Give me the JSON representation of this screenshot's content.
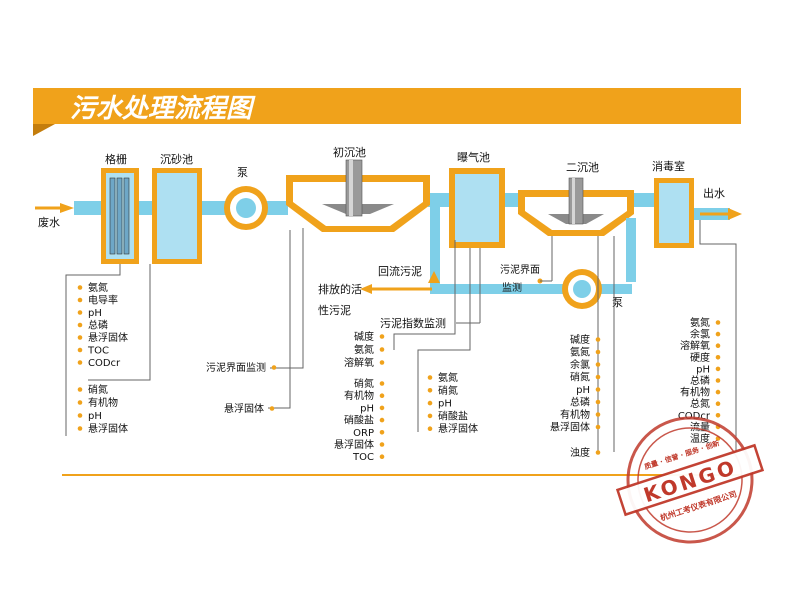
{
  "title": "污水处理流程图",
  "colors": {
    "accent": "#f0a21b",
    "pipe": "#7ecfe8",
    "tank": "#aee0f2",
    "line": "#666666",
    "dot": "#f0a21b",
    "stamp": "#c0392b"
  },
  "stages": {
    "grille": "格栅",
    "grit": "沉砂池",
    "pump1": "泵",
    "primary": "初沉池",
    "aeration": "曝气池",
    "secondary": "二沉池",
    "disinfect": "消毒室",
    "pump2": "泵"
  },
  "flow": {
    "inlet": "废水",
    "outlet": "出水",
    "return": "回流污泥",
    "discharge1": "排放的活",
    "discharge2": "性污泥",
    "sludge_interface1": "污泥界面",
    "sludge_interface2": "监测",
    "sludge_index": "污泥指数监测"
  },
  "groups": {
    "inlet": [
      "氨氮",
      "电导率",
      "pH",
      "总磷",
      "悬浮固体",
      "TOC",
      "CODcr"
    ],
    "inlet2": [
      "硝氮",
      "有机物",
      "pH",
      "悬浮固体"
    ],
    "primary_interface": [
      "污泥界面监测"
    ],
    "primary_ss": [
      "悬浮固体"
    ],
    "aeration_a": [
      "碱度",
      "氨氮",
      "溶解氧"
    ],
    "aeration_b": [
      "硝氮",
      "有机物",
      "pH",
      "硝酸盐",
      "ORP",
      "悬浮固体",
      "TOC"
    ],
    "aeration_c": [
      "氨氮",
      "硝氮",
      "pH",
      "硝酸盐",
      "悬浮固体"
    ],
    "secondary": [
      "碱度",
      "氨氮",
      "余氯",
      "硝氮",
      "pH",
      "总磷",
      "有机物",
      "悬浮固体"
    ],
    "secondary_turb": [
      "浊度"
    ],
    "outlet": [
      "氨氮",
      "余氯",
      "溶解氧",
      "硬度",
      "pH",
      "总磷",
      "有机物",
      "总氮",
      "CODcr",
      "流量",
      "温度"
    ]
  },
  "stamp": {
    "brand": "KONGO",
    "company": "杭州工考仪表有限公司",
    "slogan": "质量 · 信誉 · 服务 · 创新"
  }
}
